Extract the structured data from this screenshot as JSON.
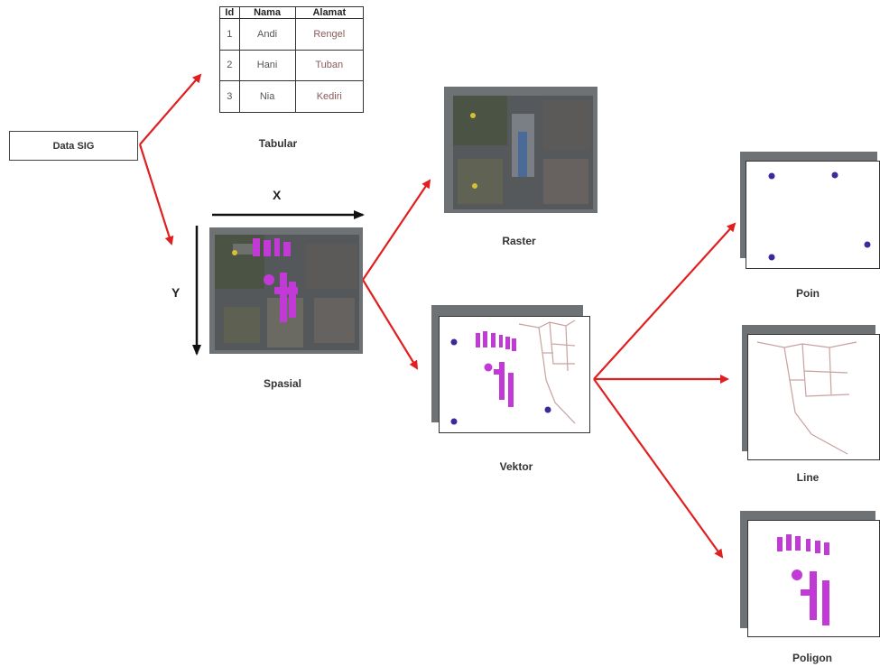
{
  "root": {
    "label": "Data SIG"
  },
  "tabular": {
    "caption": "Tabular",
    "headers": [
      "Id",
      "Nama",
      "Alamat"
    ],
    "rows": [
      [
        "1",
        "Andi",
        "Rengel"
      ],
      [
        "2",
        "Hani",
        "Tuban"
      ],
      [
        "3",
        "Nia",
        "Kediri"
      ]
    ]
  },
  "spasial": {
    "caption": "Spasial",
    "axis_x": "X",
    "axis_y": "Y"
  },
  "raster": {
    "caption": "Raster"
  },
  "vektor": {
    "caption": "Vektor"
  },
  "poin": {
    "caption": "Poin"
  },
  "line": {
    "caption": "Line"
  },
  "poligon": {
    "caption": "Poligon"
  },
  "colors": {
    "arrow": "#e02020",
    "polygon": "#c23ad6",
    "point": "#3a2a9a",
    "road": "#c9a0a0",
    "card_shadow": "#6f7275"
  },
  "icons": {
    "satellite-image": "aerial photo texture",
    "vector-map": "points, lines and polygons"
  }
}
